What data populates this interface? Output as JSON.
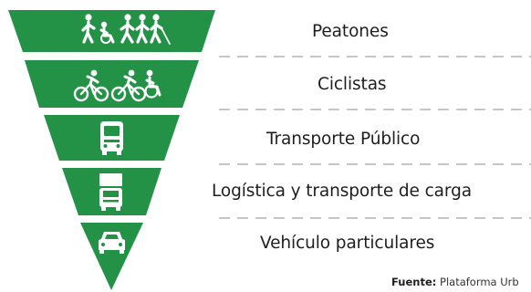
{
  "levels": [
    {
      "label": "Peatones",
      "icon": "pedestrians-icon"
    },
    {
      "label": "Ciclistas",
      "icon": "cyclists-icon"
    },
    {
      "label": "Transporte Público",
      "icon": "bus-icon"
    },
    {
      "label": "Logística y transporte de carga",
      "icon": "truck-icon"
    },
    {
      "label": "Vehículo particulares",
      "icon": "car-icon"
    }
  ],
  "source": {
    "prefix": "Fuente:",
    "text": "Plataforma Urb"
  },
  "colors": {
    "green": "#239247",
    "icon": "#ffffff",
    "dash": "#b3b3b3",
    "separator": "#ffffff"
  }
}
